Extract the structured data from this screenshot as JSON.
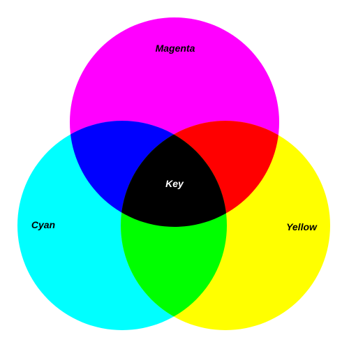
{
  "diagram": {
    "labels": {
      "magenta": "Magenta",
      "cyan": "Cyan",
      "yellow": "Yellow",
      "key": "Key"
    },
    "colors": {
      "background": "#ffffff",
      "magenta": "#ff00ff",
      "cyan": "#00ffff",
      "yellow": "#ffff00",
      "blue": "#0000ff",
      "red": "#ff0000",
      "green": "#00ff00",
      "key": "#000000",
      "dark_label": "#000000",
      "key_label": "#ffffff"
    }
  }
}
